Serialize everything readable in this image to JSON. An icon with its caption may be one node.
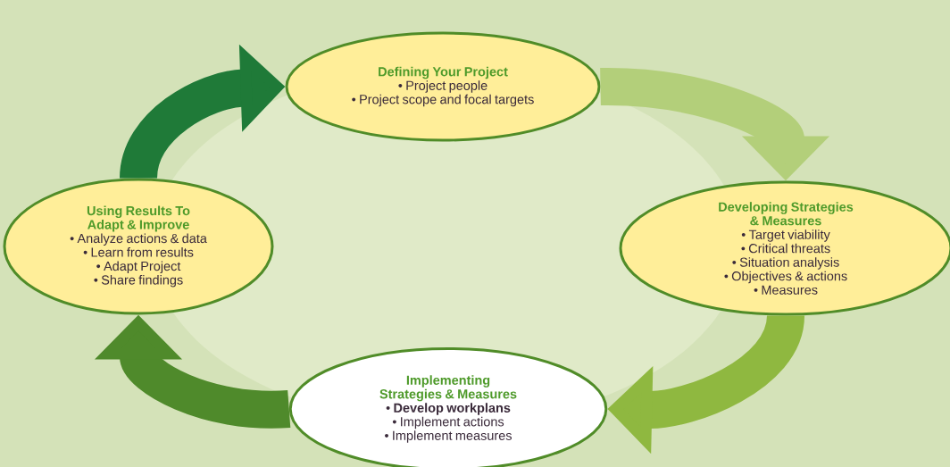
{
  "diagram": {
    "nodes": [
      {
        "text": [
          "Defining Your Project",
          "• Project people",
          "• Project scope and focal targets"
        ]
      },
      {
        "text": [
          "Developing Strategies & Measures",
          "• Target viability",
          "• Critical threats",
          "• Situation analysis",
          "• Objectives & actions",
          "• Measures"
        ]
      },
      {
        "text": [
          "Implementing Strategies & Measures",
          "• **Develop workplans**",
          "• Implement actions",
          "• Implement measures"
        ]
      },
      {
        "text": [
          "Using Results To Adapt & Improve",
          "• Analyze actions & data",
          "• Learn from results",
          "• Adapt Project",
          "• Share findings"
        ]
      }
    ],
    "edges": [
      {
        "from": 0,
        "to": 1,
        "arrow": "to",
        "color": "#b3cf7a"
      },
      {
        "from": 1,
        "to": 2,
        "arrow": "to",
        "color": "#8fb840"
      },
      {
        "from": 2,
        "to": 3,
        "arrow": "to",
        "color": "#4f8a2b"
      },
      {
        "from": 3,
        "to": 0,
        "arrow": "to",
        "color": "#1f7a38"
      }
    ]
  }
}
